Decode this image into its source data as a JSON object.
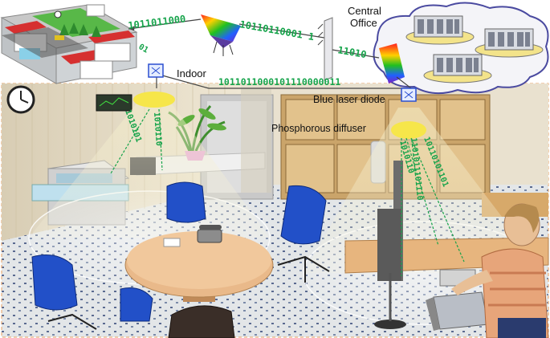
{
  "labels": {
    "central_office_line1": "Central",
    "central_office_line2": "Office",
    "indoor": "Indoor",
    "blue_laser_diode": "Blue laser diode",
    "phosphorous_diffuser": "Phosphorous diffuser"
  },
  "bitstreams": {
    "city_link": "1011011000",
    "mid_link": "10110110001 1",
    "office_link": "11010",
    "indoor_link": "1011011000101110000011",
    "left_spot_a": "1010101",
    "left_spot_b": "1010110",
    "right_spot_a": "1101011101110",
    "right_spot_b": "1010110",
    "right_spot_c": "10110101101",
    "small_city": "01"
  },
  "colors": {
    "bitstream": "#15a34a",
    "beam": "#e8dfb0",
    "diffuser": "#f6e64a",
    "cloud_fill": "#f4f4f8",
    "server_disc": "#f3e38a",
    "room_border": "#e8a060"
  },
  "icons": {
    "wall_clock": "clock-icon",
    "plant": "plant-icon",
    "telephone": "phone-icon",
    "person": "person-icon",
    "laptop": "laptop-icon"
  }
}
